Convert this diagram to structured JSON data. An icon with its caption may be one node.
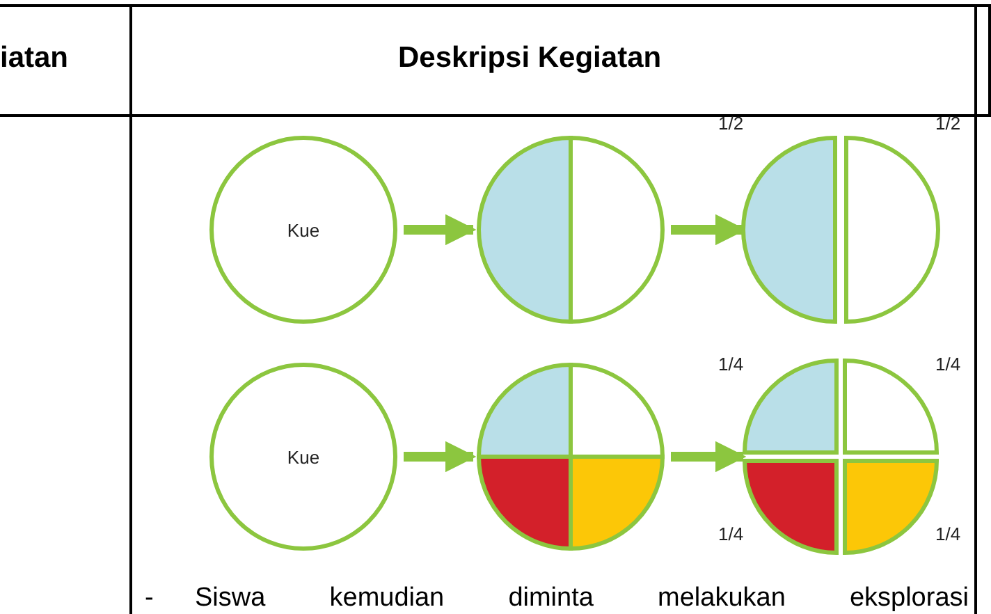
{
  "diagram": {
    "nodes": [
      {
        "text": [
          "Kue"
        ]
      },
      {
        "text": [],
        "shape": "circle"
      },
      {
        "text": [],
        "shape": "circle",
        "beside": [
          "1/2",
          "1/2"
        ]
      },
      {
        "text": [
          "Kue"
        ]
      },
      {
        "text": [],
        "shape": "circle"
      },
      {
        "text": [],
        "shape": "circle",
        "beside": [
          "1/4",
          "1/4",
          "1/4",
          "1/4"
        ]
      }
    ],
    "edges": [
      {
        "from": 0,
        "to": 1,
        "arrow": "to"
      },
      {
        "from": 1,
        "to": 2,
        "arrow": "to"
      },
      {
        "from": 3,
        "to": 4,
        "arrow": "to"
      },
      {
        "from": 4,
        "to": 5,
        "arrow": "to"
      }
    ],
    "labels": [
      "iatan",
      "Deskripsi Kegiatan",
      "-",
      "Siswa kemudian diminta melakukan eksplorasi"
    ]
  }
}
